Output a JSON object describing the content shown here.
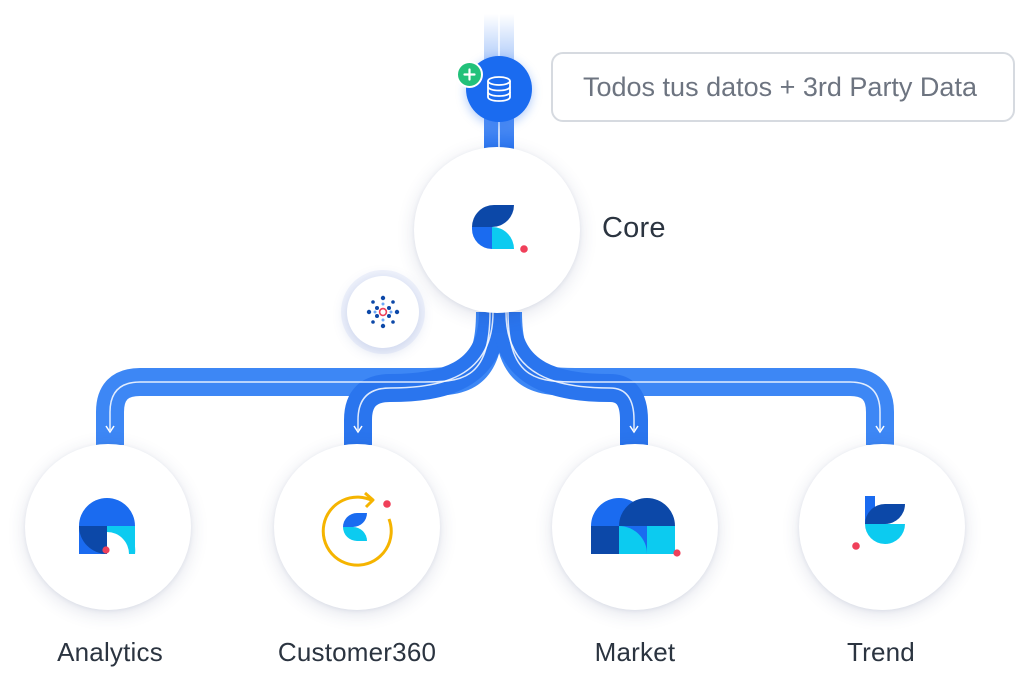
{
  "data_source": {
    "text": "Todos tus datos + 3rd Party Data",
    "icons": [
      "database-icon",
      "plus-icon"
    ]
  },
  "core": {
    "label": "Core",
    "icon": "core-logo-icon"
  },
  "ai_badge": {
    "icon": "network-nodes-icon"
  },
  "products": [
    {
      "label": "Analytics",
      "icon": "analytics-logo-icon"
    },
    {
      "label": "Customer360",
      "icon": "customer360-logo-icon"
    },
    {
      "label": "Market",
      "icon": "market-logo-icon"
    },
    {
      "label": "Trend",
      "icon": "trend-logo-icon"
    }
  ],
  "colors": {
    "primary_blue": "#1a6bf0",
    "dark_blue": "#0c48a8",
    "cyan": "#0ccbf0",
    "accent_red": "#f0405a",
    "orange": "#f5a800",
    "green": "#22c17a",
    "text": "#2b3440",
    "muted_text": "#6d7480"
  }
}
